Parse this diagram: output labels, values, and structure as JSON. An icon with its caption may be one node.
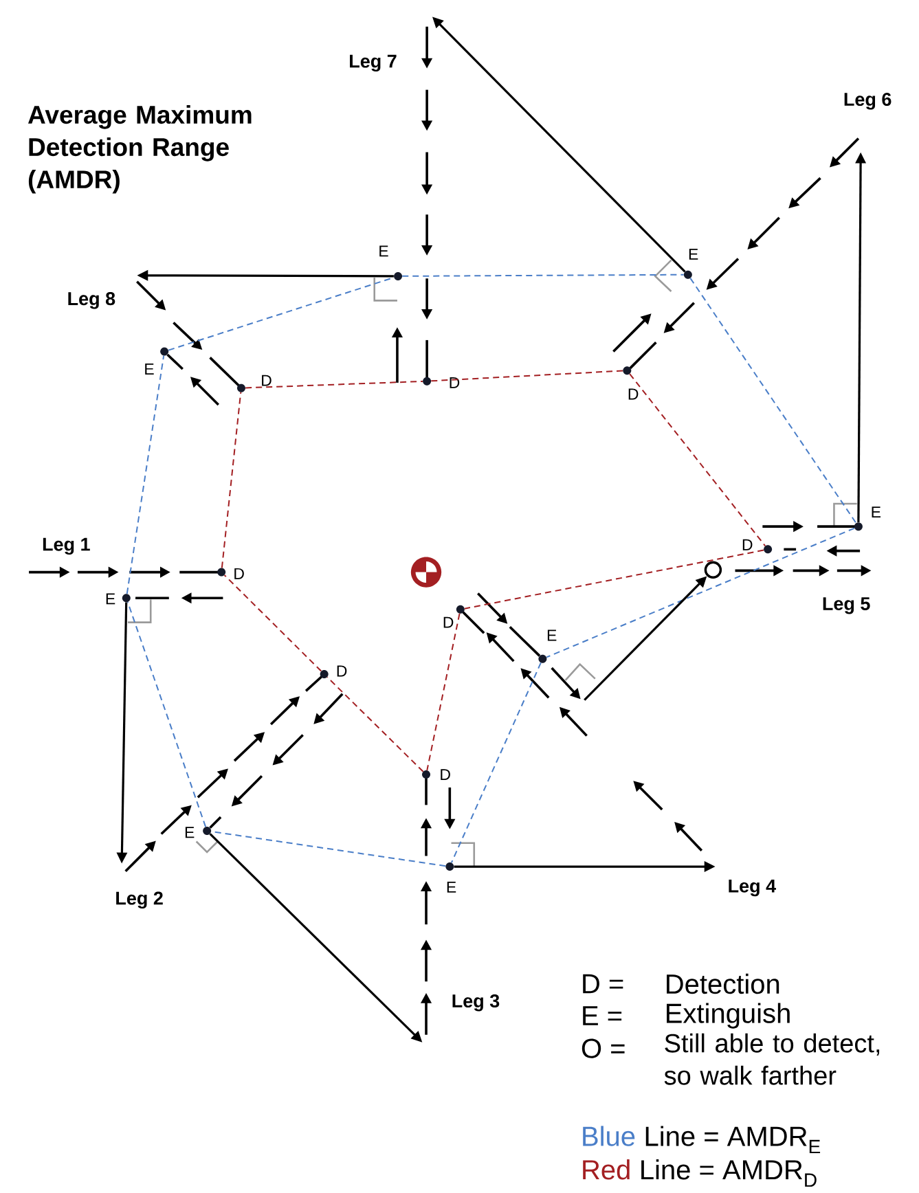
{
  "diagram": {
    "title": "Average Maximum Detection Range (AMDR)",
    "nodes": [
      {
        "text": [],
        "shape": "circle",
        "beside": [
          "D"
        ]
      },
      {
        "text": [],
        "shape": "circle",
        "beside": [
          "D"
        ]
      },
      {
        "text": [],
        "shape": "circle",
        "beside": [
          "D"
        ]
      },
      {
        "text": [],
        "shape": "circle",
        "beside": [
          "D"
        ]
      },
      {
        "text": [],
        "shape": "circle",
        "beside": [
          "D"
        ]
      },
      {
        "text": [],
        "shape": "circle",
        "beside": [
          "D"
        ]
      },
      {
        "text": [],
        "shape": "circle",
        "beside": [
          "D"
        ]
      },
      {
        "text": [],
        "shape": "circle",
        "beside": [
          "D"
        ]
      },
      {
        "text": [],
        "shape": "circle",
        "beside": [
          "E"
        ]
      },
      {
        "text": [],
        "shape": "circle",
        "beside": [
          "E"
        ]
      },
      {
        "text": [],
        "shape": "circle",
        "beside": [
          "E"
        ]
      },
      {
        "text": [],
        "shape": "circle",
        "beside": [
          "E"
        ]
      },
      {
        "text": [],
        "shape": "circle",
        "beside": [
          "E"
        ]
      },
      {
        "text": [],
        "shape": "circle",
        "beside": [
          "E"
        ]
      },
      {
        "text": [],
        "shape": "circle",
        "beside": [
          "E"
        ]
      },
      {
        "text": [],
        "shape": "circle",
        "beside": [
          "E"
        ]
      },
      {
        "text": [],
        "shape": "circle"
      }
    ],
    "edges": [
      {
        "from": 0,
        "to": 1,
        "arrow": "none",
        "style": "dashed",
        "color": "#a31f22"
      },
      {
        "from": 1,
        "to": 2,
        "arrow": "none",
        "style": "dashed",
        "color": "#a31f22"
      },
      {
        "from": 2,
        "to": 3,
        "arrow": "none",
        "style": "dashed",
        "color": "#a31f22"
      },
      {
        "from": 3,
        "to": 4,
        "arrow": "none",
        "style": "dashed",
        "color": "#a31f22"
      },
      {
        "from": 4,
        "to": 5,
        "arrow": "none",
        "style": "dashed",
        "color": "#a31f22"
      },
      {
        "from": 5,
        "to": 6,
        "arrow": "none",
        "style": "dashed",
        "color": "#a31f22"
      },
      {
        "from": 6,
        "to": 7,
        "arrow": "none",
        "style": "dashed",
        "color": "#a31f22"
      },
      {
        "from": 7,
        "to": 0,
        "arrow": "none",
        "style": "dashed",
        "color": "#a31f22"
      },
      {
        "from": 8,
        "to": 9,
        "arrow": "none",
        "style": "dashed",
        "color": "#4a7ec8"
      },
      {
        "from": 9,
        "to": 10,
        "arrow": "none",
        "style": "dashed",
        "color": "#4a7ec8"
      },
      {
        "from": 10,
        "to": 11,
        "arrow": "none",
        "style": "dashed",
        "color": "#4a7ec8"
      },
      {
        "from": 11,
        "to": 12,
        "arrow": "none",
        "style": "dashed",
        "color": "#4a7ec8"
      },
      {
        "from": 12,
        "to": 13,
        "arrow": "none",
        "style": "dashed",
        "color": "#4a7ec8"
      },
      {
        "from": 13,
        "to": 14,
        "arrow": "none",
        "style": "dashed",
        "color": "#4a7ec8"
      },
      {
        "from": 14,
        "to": 15,
        "arrow": "none",
        "style": "dashed",
        "color": "#4a7ec8"
      },
      {
        "from": 15,
        "to": 8,
        "arrow": "none",
        "style": "dashed",
        "color": "#4a7ec8"
      },
      {
        "from": 9,
        "to": null,
        "arrow": "to",
        "color": "#000000"
      },
      {
        "from": 10,
        "to": null,
        "arrow": "to",
        "color": "#000000"
      },
      {
        "from": 11,
        "to": null,
        "arrow": "to",
        "color": "#000000"
      },
      {
        "from": null,
        "to": 16,
        "arrow": "to",
        "color": "#000000"
      },
      {
        "from": 13,
        "to": null,
        "arrow": "to",
        "color": "#000000"
      },
      {
        "from": 14,
        "to": null,
        "arrow": "to",
        "color": "#000000"
      },
      {
        "from": 15,
        "to": null,
        "arrow": "to",
        "color": "#000000"
      }
    ],
    "labels": [
      "Leg 7",
      "Leg 6",
      "Leg 8",
      "Leg 1",
      "Leg 5",
      "Leg 2",
      "Leg 4",
      "Leg 3",
      "D =",
      "Detection",
      "E =",
      "Extinguish",
      "O =",
      "Still able to detect, so walk farther",
      "Line = AMDR$_{E}$",
      "Line = AMDR$_{D}$"
    ],
    "legend": [
      {
        "text": "Blue",
        "color": "#4a7ec8"
      },
      {
        "text": "Red",
        "color": "#a31f22"
      }
    ]
  }
}
